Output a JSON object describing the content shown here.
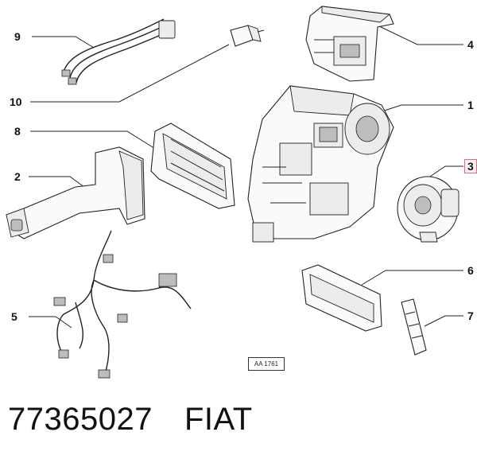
{
  "callouts": [
    {
      "id": "1",
      "label": "1"
    },
    {
      "id": "2",
      "label": "2"
    },
    {
      "id": "3",
      "label": "3",
      "highlighted": true
    },
    {
      "id": "4",
      "label": "4"
    },
    {
      "id": "5",
      "label": "5"
    },
    {
      "id": "6",
      "label": "6"
    },
    {
      "id": "7",
      "label": "7"
    },
    {
      "id": "8",
      "label": "8"
    },
    {
      "id": "9",
      "label": "9"
    },
    {
      "id": "10",
      "label": "10"
    }
  ],
  "reference_code": "AA 1761",
  "part_number": "77365027",
  "brand": "FIAT",
  "colors": {
    "highlight_border": "#e06b7a",
    "highlight_fill": "#fff2f4",
    "ink": "#222222"
  }
}
